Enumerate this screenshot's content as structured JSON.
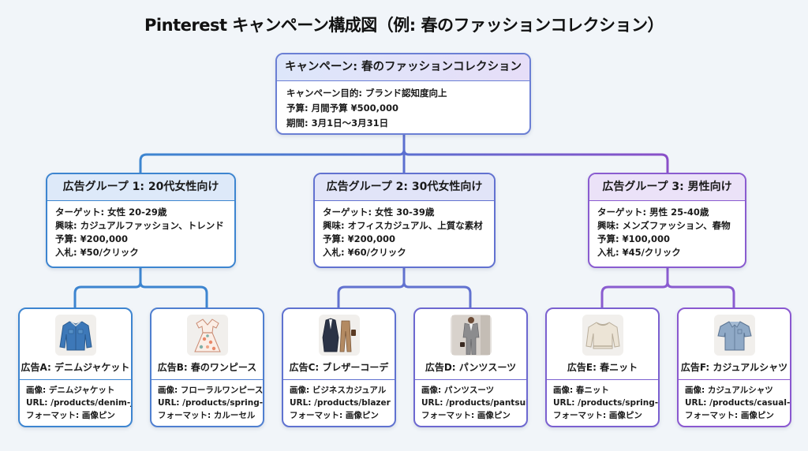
{
  "title": "Pinterest キャンペーン構成図（例: 春のファッションコレクション）",
  "colors": {
    "group1": "#3d85d0",
    "group2": "#6272d0",
    "group3": "#8a5cd0",
    "background": "#f1f5f9"
  },
  "campaign": {
    "header": "キャンペーン: 春のファッションコレクション",
    "lines": [
      "キャンペーン目的: ブランド認知度向上",
      "予算: 月間予算 ¥500,000",
      "期間: 3月1日〜3月31日"
    ]
  },
  "groups": [
    {
      "header": "広告グループ 1: 20代女性向け",
      "lines": [
        "ターゲット: 女性 20-29歳",
        "興味: カジュアルファッション、トレンド",
        "予算: ¥200,000",
        "入札: ¥50/クリック"
      ]
    },
    {
      "header": "広告グループ 2: 30代女性向け",
      "lines": [
        "ターゲット: 女性 30-39歳",
        "興味: オフィスカジュアル、上質な素材",
        "予算: ¥200,000",
        "入札: ¥60/クリック"
      ]
    },
    {
      "header": "広告グループ 3: 男性向け",
      "lines": [
        "ターゲット: 男性 25-40歳",
        "興味: メンズファッション、春物",
        "予算: ¥100,000",
        "入札: ¥45/クリック"
      ]
    }
  ],
  "ads": [
    {
      "title": "広告A: デニムジャケット",
      "image_icon": "denim-jacket-icon",
      "lines": [
        "画像: デニムジャケット",
        "URL: /products/denim-jacket",
        "フォーマット: 画像ピン"
      ]
    },
    {
      "title": "広告B: 春のワンピース",
      "image_icon": "floral-dress-icon",
      "lines": [
        "画像: フローラルワンピース",
        "URL: /products/spring-dress",
        "フォーマット: カルーセル"
      ]
    },
    {
      "title": "広告C: ブレザーコーデ",
      "image_icon": "blazer-outfit-icon",
      "lines": [
        "画像: ビジネスカジュアル",
        "URL: /products/blazer",
        "フォーマット: 画像ピン"
      ]
    },
    {
      "title": "広告D: パンツスーツ",
      "image_icon": "pantsuit-icon",
      "lines": [
        "画像: パンツスーツ",
        "URL: /products/pantsuit",
        "フォーマット: 画像ピン"
      ]
    },
    {
      "title": "広告E: 春ニット",
      "image_icon": "knit-sweater-icon",
      "lines": [
        "画像: 春ニット",
        "URL: /products/spring-knit",
        "フォーマット: 画像ピン"
      ]
    },
    {
      "title": "広告F: カジュアルシャツ",
      "image_icon": "casual-shirt-icon",
      "lines": [
        "画像: カジュアルシャツ",
        "URL: /products/casual-shirt",
        "フォーマット: 画像ピン"
      ]
    }
  ]
}
